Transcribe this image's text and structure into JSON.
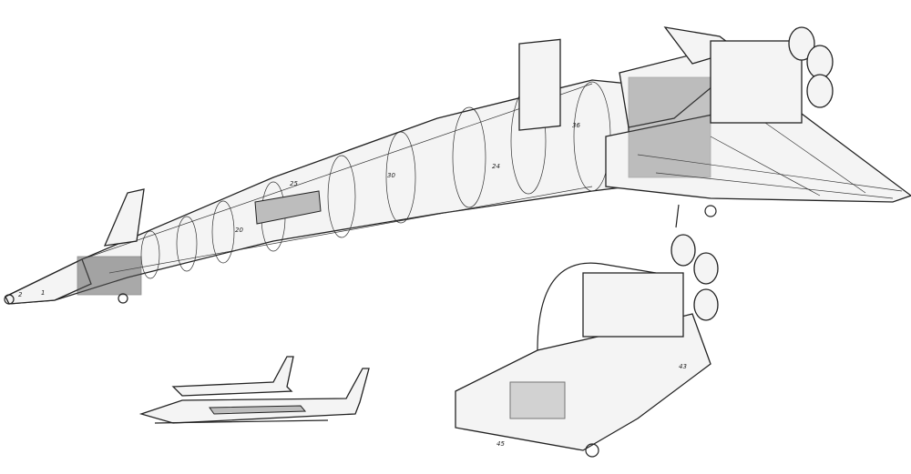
{
  "diagram": {
    "line_color": "#222222",
    "background": "#ffffff",
    "main_view_labels": {
      "nose": "1",
      "nose_tip": "2",
      "bay_a": "20",
      "bay_b": "25",
      "bay_c": "30",
      "bay_d": "24",
      "bay_e": "36"
    },
    "engine_module_labels": {
      "a": "43",
      "b": "45"
    }
  }
}
